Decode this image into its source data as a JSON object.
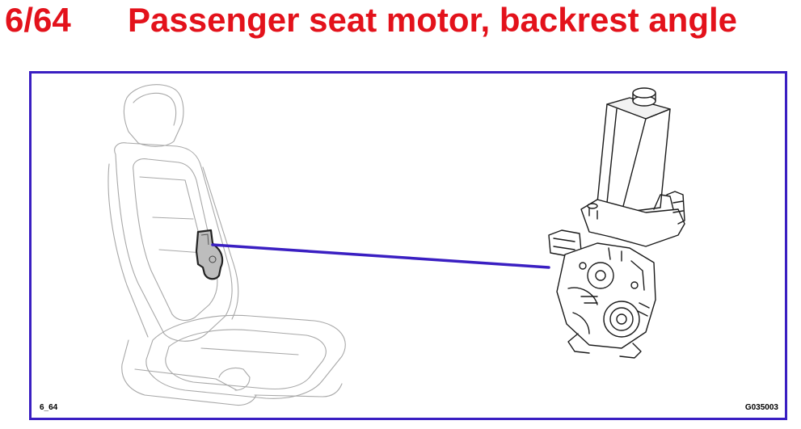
{
  "header": {
    "code": "6/64",
    "title": "Passenger seat motor, backrest angle",
    "title_color": "#e3121b"
  },
  "figure": {
    "frame_color": "#3a1fc2",
    "leader_color": "#3a1fc2",
    "label_left": "6_64",
    "label_right": "G035003",
    "items": [
      {
        "name": "passenger seat",
        "icon": "seat-outline"
      },
      {
        "name": "seat motor location",
        "icon": "motor-highlight"
      },
      {
        "name": "seat motor",
        "icon": "motor-detail"
      }
    ]
  }
}
